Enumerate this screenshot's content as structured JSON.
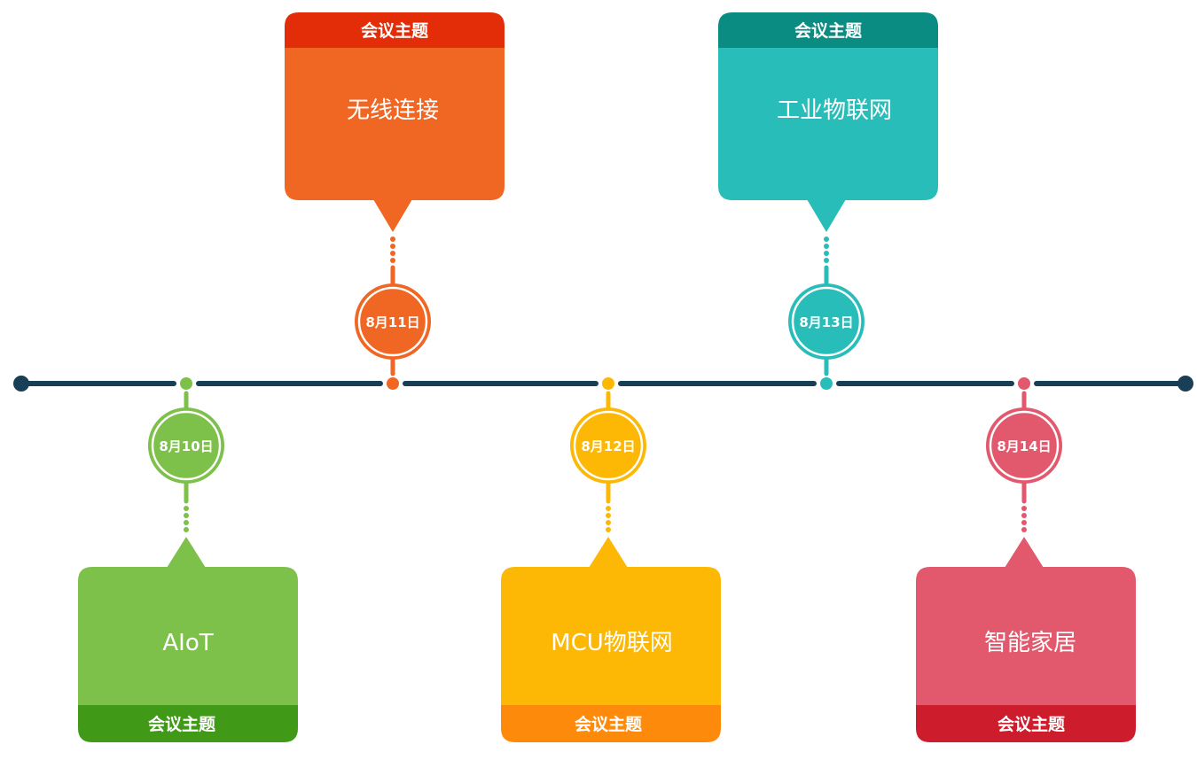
{
  "events": [
    {
      "date": "8月10日",
      "topic": "AIoT",
      "header": "会议主题",
      "color": "#7dc14a",
      "dark": "#409917",
      "position": "below"
    },
    {
      "date": "8月11日",
      "topic": "无线连接",
      "header": "会议主题",
      "color": "#f06623",
      "dark": "#e22d08",
      "position": "above"
    },
    {
      "date": "8月12日",
      "topic": "MCU物联网",
      "header": "会议主题",
      "color": "#fdb805",
      "dark": "#fe8a0c",
      "position": "below"
    },
    {
      "date": "8月13日",
      "topic": "工业物联网",
      "header": "会议主题",
      "color": "#29bdb9",
      "dark": "#0a8c82",
      "position": "above"
    },
    {
      "date": "8月14日",
      "topic": "智能家居",
      "header": "会议主题",
      "color": "#e2596d",
      "dark": "#cd1d2d",
      "position": "below"
    }
  ],
  "timeline_color": "#183f56"
}
